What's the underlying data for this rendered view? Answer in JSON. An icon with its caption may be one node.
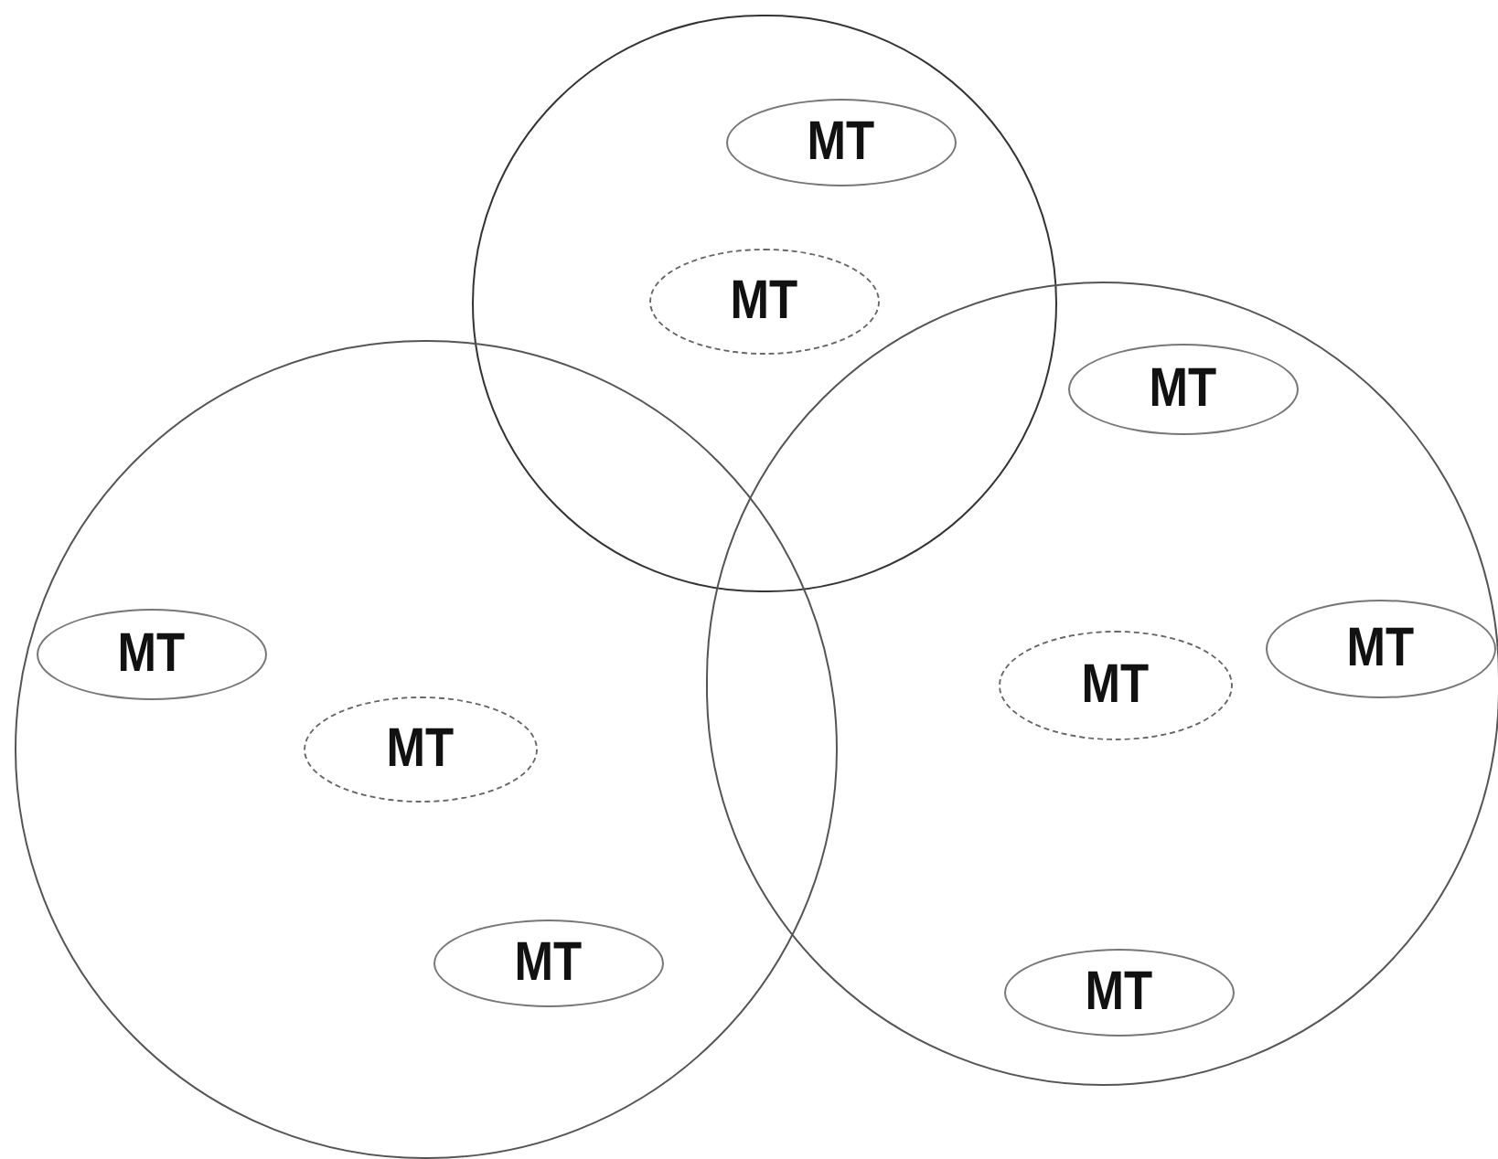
{
  "diagram": {
    "nodes": [
      {
        "text": [],
        "shape": "circle"
      },
      {
        "text": [
          "MT"
        ],
        "in": 0
      },
      {
        "text": [
          "MT"
        ],
        "in": 0
      },
      {
        "text": [],
        "shape": "circle"
      },
      {
        "text": [
          "MT"
        ],
        "in": 3
      },
      {
        "text": [
          "MT"
        ],
        "in": 3
      },
      {
        "text": [
          "MT"
        ],
        "in": 3
      },
      {
        "text": [],
        "shape": "circle"
      },
      {
        "text": [
          "MT"
        ],
        "in": 7
      },
      {
        "text": [
          "MT"
        ],
        "in": 7
      },
      {
        "text": [
          "MT"
        ],
        "in": 7
      },
      {
        "text": [
          "MT"
        ],
        "in": 7
      }
    ]
  }
}
